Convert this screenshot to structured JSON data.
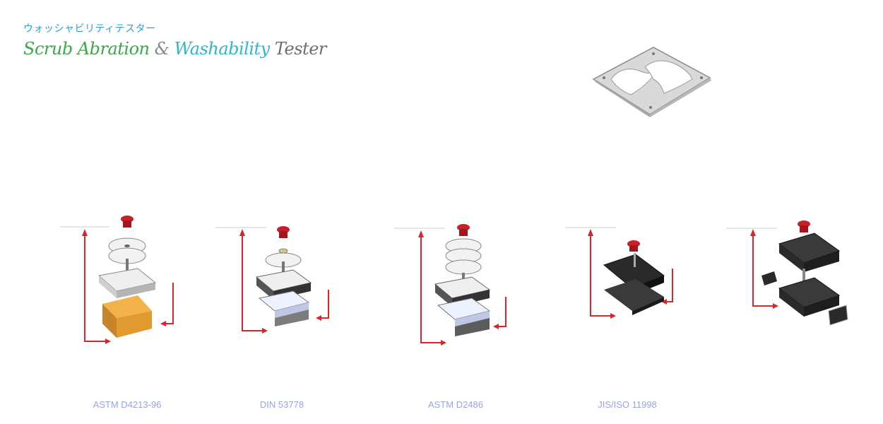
{
  "header": {
    "subtitle_jp": "ウォッシャビリティテスター",
    "title_part1": "Scrub Abration",
    "title_amp": "&",
    "title_part2": "Washability",
    "title_part3": "Tester"
  },
  "standards": [
    {
      "label": "ASTM D4213-96"
    },
    {
      "label": "DIN 53778"
    },
    {
      "label": "ASTM D2486"
    },
    {
      "label": "JIS/ISO 11998"
    },
    {
      "label": ""
    }
  ],
  "colors": {
    "arrow": "#d9262b",
    "knob": "#c8202a",
    "label": "#9aa3e6",
    "title_green": "#3aaa46",
    "title_cyan": "#2db7c9",
    "title_gray": "#6d6d6d"
  },
  "icons": [
    "scrub-frame-plate-icon",
    "sponge-holder-icon",
    "brush-holder-icon",
    "pad-holder-icon",
    "clamp-holder-icon"
  ]
}
